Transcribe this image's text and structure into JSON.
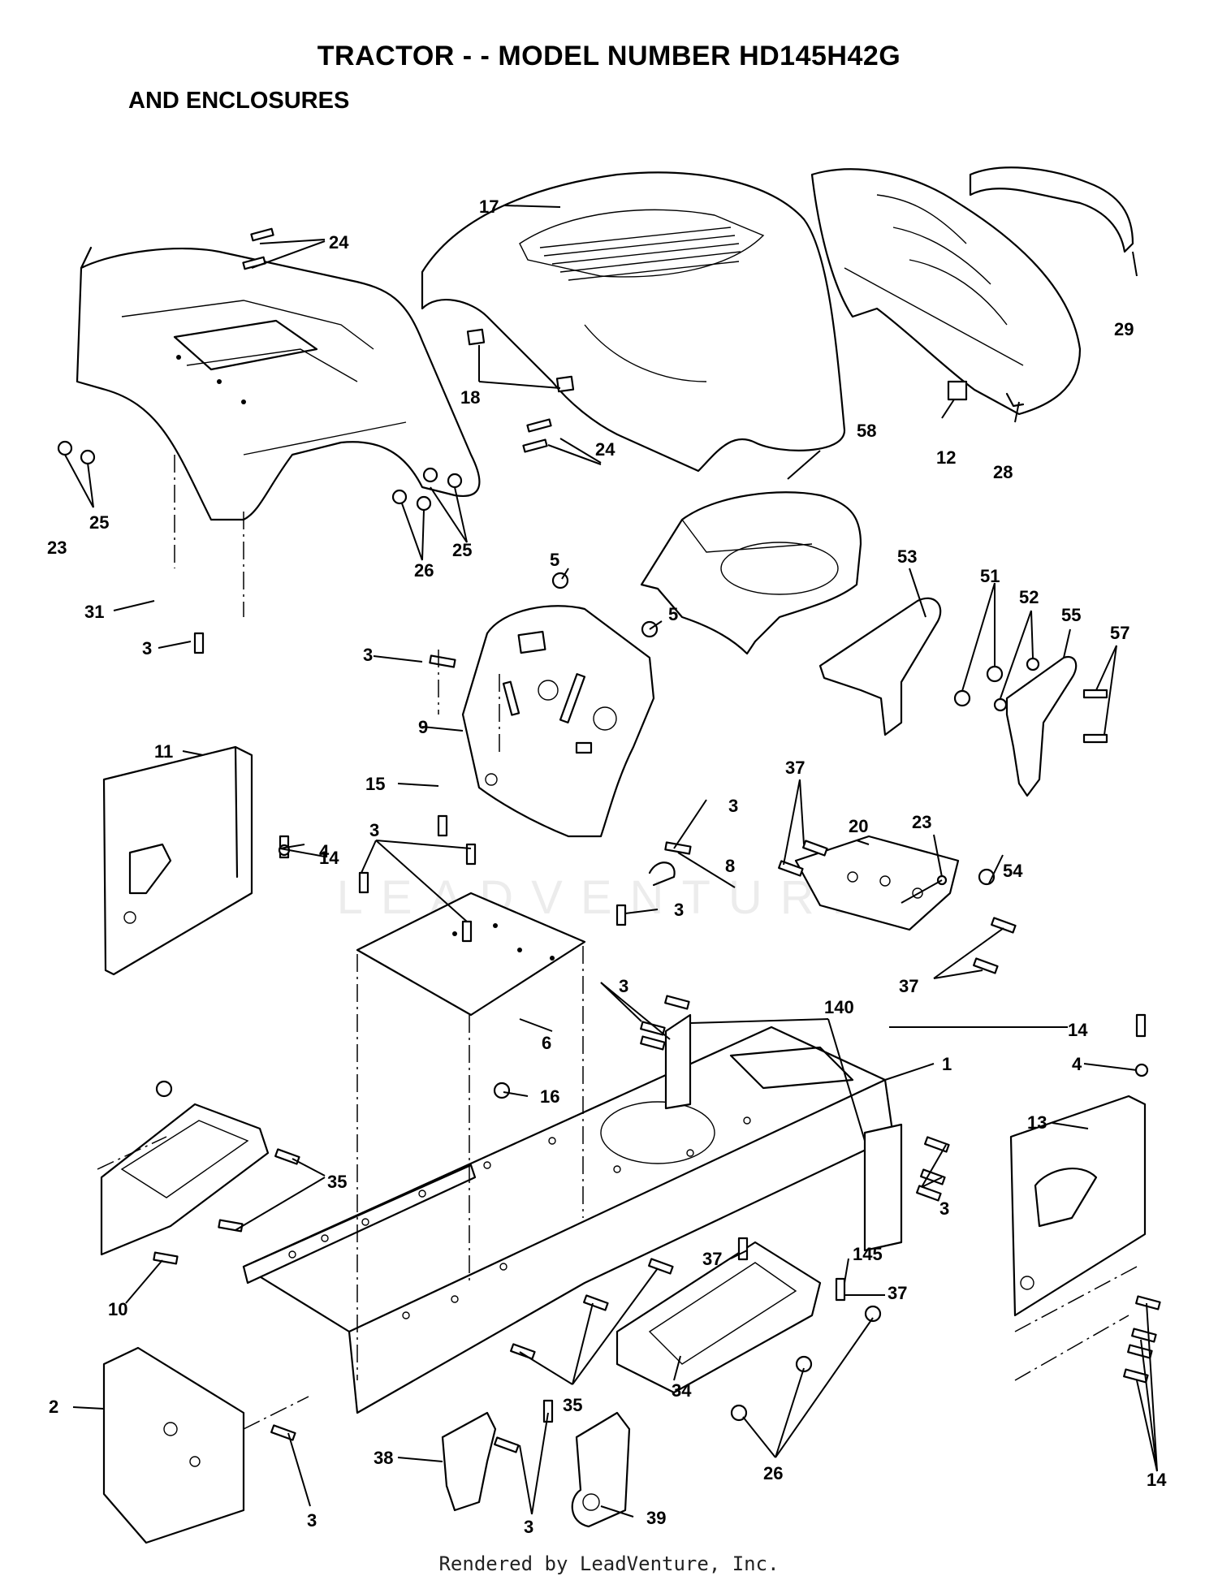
{
  "title": "TRACTOR - - MODEL NUMBER HD145H42G",
  "subtitle": "AND ENCLOSURES",
  "watermark": "LEADVENTURE",
  "footer": "Rendered by LeadVenture, Inc.",
  "callouts": [
    "24",
    "17",
    "29",
    "18",
    "24",
    "12",
    "28",
    "25",
    "58",
    "25",
    "26",
    "5",
    "53",
    "51",
    "52",
    "55",
    "57",
    "31",
    "3",
    "5",
    "3",
    "9",
    "11",
    "15",
    "14",
    "37",
    "20",
    "23",
    "4",
    "3",
    "3",
    "8",
    "54",
    "3",
    "37",
    "3",
    "140",
    "6",
    "14",
    "1",
    "4",
    "16",
    "13",
    "35",
    "3",
    "37",
    "145",
    "10",
    "37",
    "35",
    "2",
    "38",
    "34",
    "26",
    "3",
    "39",
    "3",
    "14",
    "23"
  ]
}
